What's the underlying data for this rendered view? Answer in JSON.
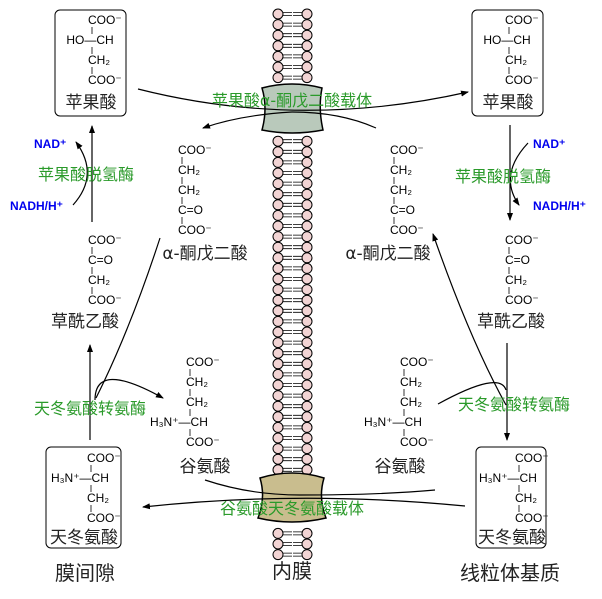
{
  "colors": {
    "enzyme_text": "#2a9a2a",
    "cofactor_text": "#0000ee",
    "lipid_head": "#f2d4d4",
    "carrier_top": "#b9c9bb",
    "carrier_bottom": "#c9bd8e"
  },
  "regions": {
    "left": "膜间隙",
    "center": "内膜",
    "right": "线粒体基质"
  },
  "carriers": {
    "top": "苹果酸α-酮戊二酸载体",
    "bottom": "谷氨酸天冬氨酸载体"
  },
  "left": {
    "malate": {
      "lines": [
        "COO⁻",
        "HO—CH",
        "CH₂",
        "COO⁻"
      ],
      "name": "苹果酸"
    },
    "nad": "NAD⁺",
    "nadh": "NADH/H⁺",
    "mdh": "苹果酸脱氢酶",
    "oxaloacetate": {
      "lines": [
        "COO⁻",
        "C=O",
        "CH₂",
        "COO⁻"
      ],
      "name": "草酰乙酸"
    },
    "akg": {
      "lines": [
        "COO⁻",
        "CH₂",
        "CH₂",
        "C=O",
        "COO⁻"
      ],
      "name": "α-酮戊二酸"
    },
    "ast": "天冬氨酸转氨酶",
    "glutamate": {
      "lines": [
        "COO⁻",
        "CH₂",
        "CH₂",
        "H₃N⁺—CH",
        "COO⁻"
      ],
      "name": "谷氨酸"
    },
    "aspartate": {
      "lines": [
        "COO⁻",
        "H₃N⁺—CH",
        "CH₂",
        "COO⁻"
      ],
      "name": "天冬氨酸"
    }
  },
  "right": {
    "malate": {
      "lines": [
        "COO⁻",
        "HO—CH",
        "CH₂",
        "COO⁻"
      ],
      "name": "苹果酸"
    },
    "nad": "NAD⁺",
    "nadh": "NADH/H⁺",
    "mdh": "苹果酸脱氢酶",
    "oxaloacetate": {
      "lines": [
        "COO⁻",
        "C=O",
        "CH₂",
        "COO⁻"
      ],
      "name": "草酰乙酸"
    },
    "akg": {
      "lines": [
        "COO⁻",
        "CH₂",
        "CH₂",
        "C=O",
        "COO⁻"
      ],
      "name": "α-酮戊二酸"
    },
    "ast": "天冬氨酸转氨酶",
    "glutamate": {
      "lines": [
        "COO⁻",
        "CH₂",
        "CH₂",
        "H₃N⁺—CH",
        "COO⁻"
      ],
      "name": "谷氨酸"
    },
    "aspartate": {
      "lines": [
        "COO⁻",
        "H₃N⁺—CH",
        "CH₂",
        "COO⁻"
      ],
      "name": "天冬氨酸"
    }
  }
}
